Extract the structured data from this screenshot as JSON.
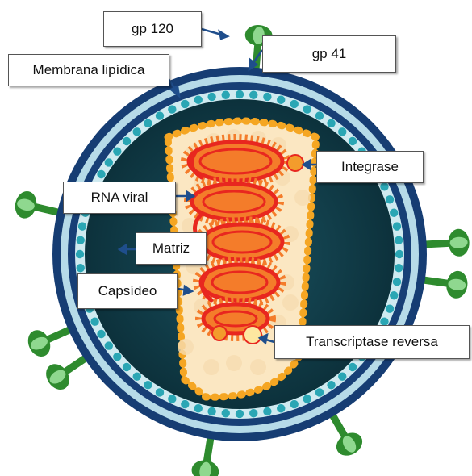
{
  "colors": {
    "envelope_outer": "#163d73",
    "envelope_light": "#b6dbe8",
    "matrix_dots": "#2aa6b4",
    "core": "#0f3b48",
    "capsid_fill": "#fbe7c2",
    "capsid_border": "#f5a623",
    "rna": "#e8271f",
    "rna_fringe": "#f47c2a",
    "enzyme": "#f39c2c",
    "spike": "#2e8b2e",
    "spike_light": "#8fd88f",
    "arrow": "#1f4e8c"
  },
  "labels": {
    "gp120": "gp 120",
    "gp41": "gp 41",
    "membrane": "Membrana lipídica",
    "integrase": "Integrase",
    "rna": "RNA viral",
    "matrix": "Matriz",
    "capsid": "Capsídeo",
    "reverse_transcriptase": "Transcriptase reversa"
  }
}
